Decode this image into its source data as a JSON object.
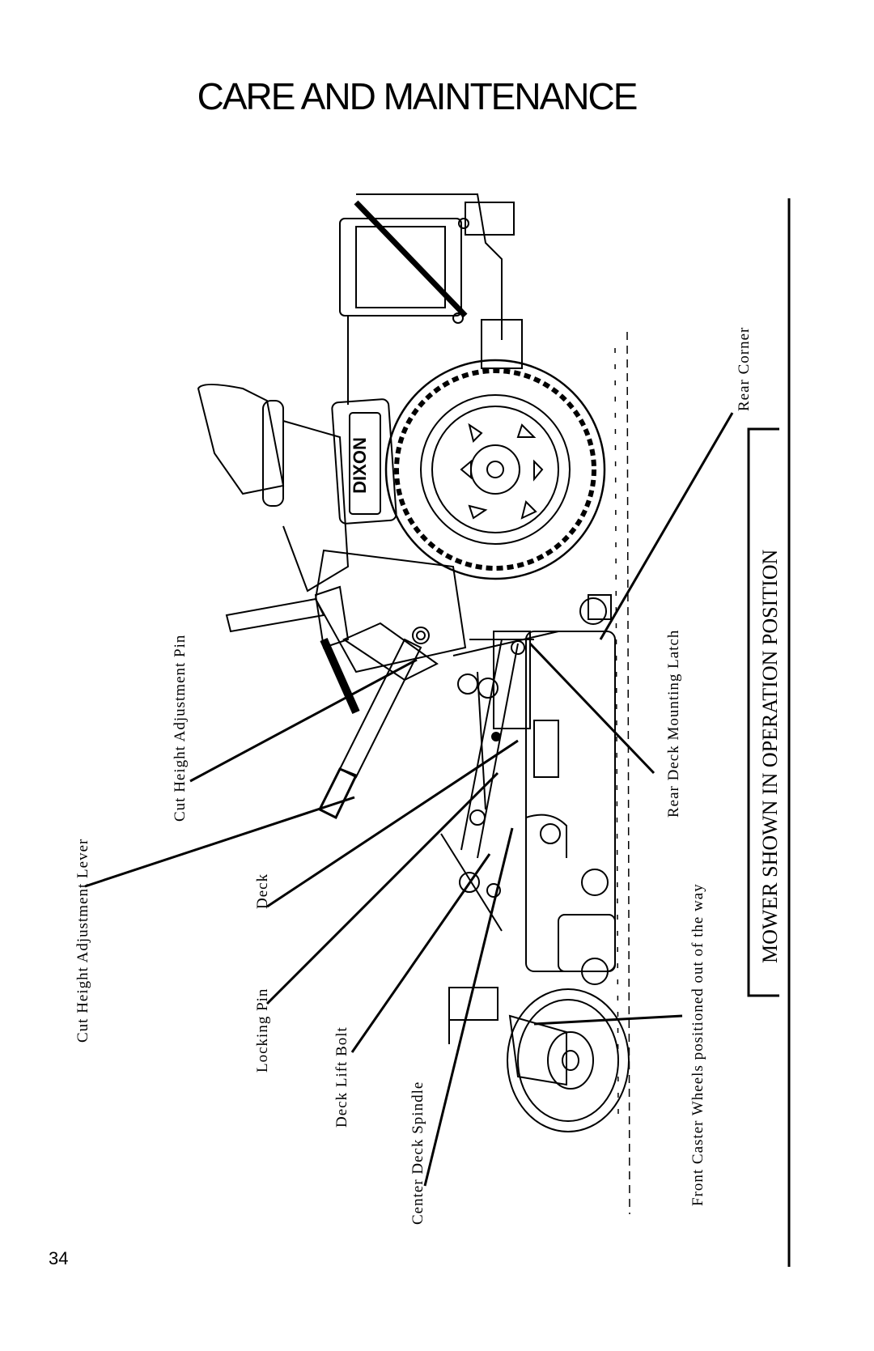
{
  "header": {
    "title": "CARE AND MAINTENANCE"
  },
  "footer": {
    "page_number": "34"
  },
  "banner": {
    "text": "MOWER SHOWN IN OPERATION POSITION"
  },
  "brand": {
    "logo_text": "DIXON"
  },
  "callouts": {
    "cut_height_adjustment_lever": "Cut Height Adjustment Lever",
    "cut_height_adjustment_pin": "Cut Height Adjustment Pin",
    "deck": "Deck",
    "locking_pin": "Locking Pin",
    "deck_lift_bolt": "Deck Lift Bolt",
    "center_deck_spindle": "Center Deck Spindle",
    "front_caster_wheels": "Front Caster Wheels positioned out of the way",
    "rear_deck_mounting_latch": "Rear Deck Mounting Latch",
    "rear_corner": "Rear Corner"
  }
}
